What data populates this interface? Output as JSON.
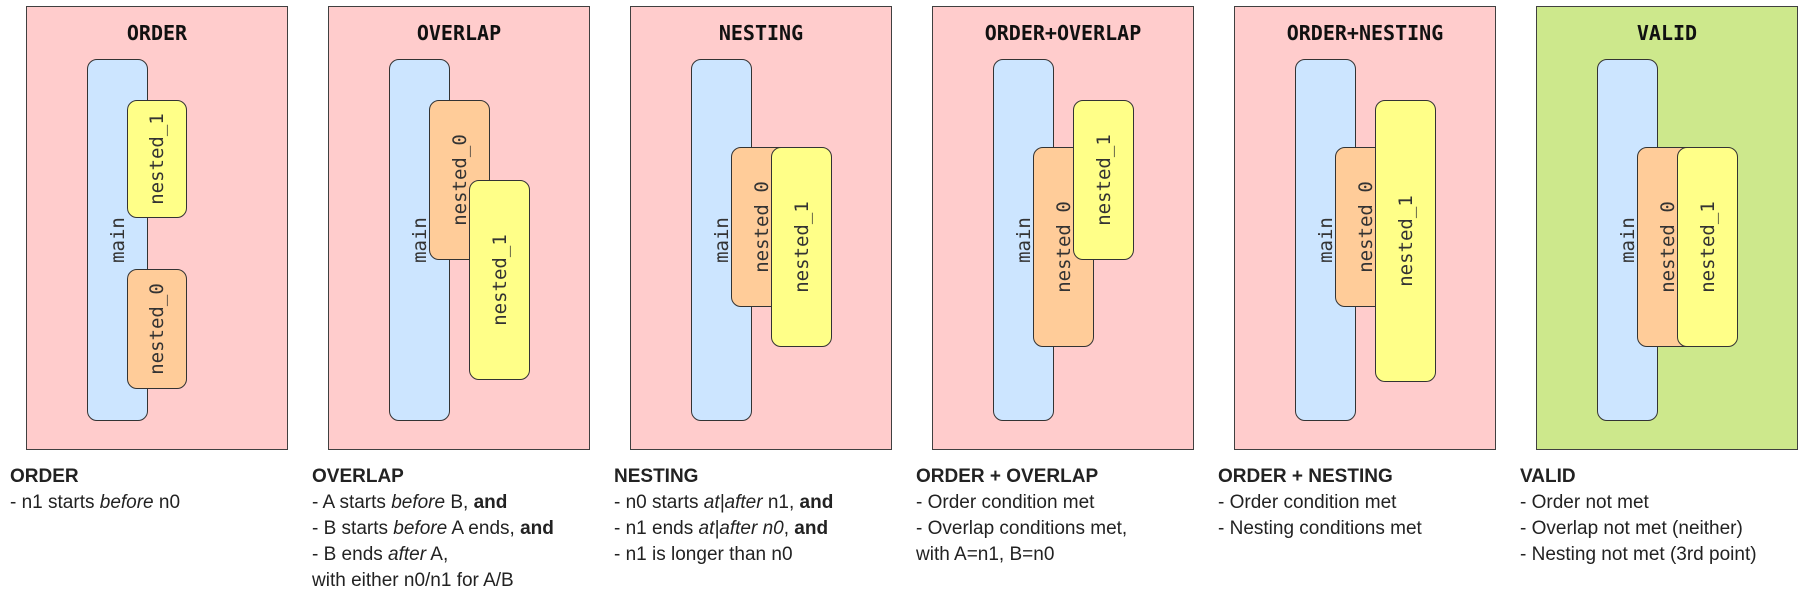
{
  "colors": {
    "invalid_bg": "#ffcccc",
    "valid_bg": "#cde88c",
    "main": "#cce5ff",
    "nested_0": "#ffcc99",
    "nested_1": "#ffff88",
    "border": "#333333"
  },
  "panels": [
    {
      "title": "ORDER",
      "valid": false,
      "labels": {
        "main": "main",
        "nested_0": "nested_0",
        "nested_1": "nested_1"
      }
    },
    {
      "title": "OVERLAP",
      "valid": false,
      "labels": {
        "main": "main",
        "nested_0": "nested_0",
        "nested_1": "nested_1"
      }
    },
    {
      "title": "NESTING",
      "valid": false,
      "labels": {
        "main": "main",
        "nested_0": "nested_0",
        "nested_1": "nested_1"
      }
    },
    {
      "title": "ORDER+OVERLAP",
      "valid": false,
      "labels": {
        "main": "main",
        "nested_0": "nested_0",
        "nested_1": "nested_1"
      }
    },
    {
      "title": "ORDER+NESTING",
      "valid": false,
      "labels": {
        "main": "main",
        "nested_0": "nested_0",
        "nested_1": "nested_1"
      }
    },
    {
      "title": "VALID",
      "valid": true,
      "labels": {
        "main": "main",
        "nested_0": "nested_0",
        "nested_1": "nested_1"
      }
    }
  ],
  "captions": [
    {
      "title": "ORDER",
      "lines": [
        [
          {
            "t": "- n1 starts "
          },
          {
            "t": "before",
            "s": "i"
          },
          {
            "t": " n0"
          }
        ]
      ]
    },
    {
      "title": "OVERLAP",
      "lines": [
        [
          {
            "t": "- A starts "
          },
          {
            "t": "before",
            "s": "i"
          },
          {
            "t": " B, "
          },
          {
            "t": "and",
            "s": "b"
          }
        ],
        [
          {
            "t": "- B starts "
          },
          {
            "t": "before",
            "s": "i"
          },
          {
            "t": " A ends, "
          },
          {
            "t": "and",
            "s": "b"
          }
        ],
        [
          {
            "t": "- B ends "
          },
          {
            "t": "after",
            "s": "i"
          },
          {
            "t": " A,"
          }
        ],
        [
          {
            "t": "with either n0/n1 for A/B"
          }
        ]
      ]
    },
    {
      "title": "NESTING",
      "lines": [
        [
          {
            "t": "- n0 starts "
          },
          {
            "t": "at|after",
            "s": "i"
          },
          {
            "t": " n1, "
          },
          {
            "t": "and",
            "s": "b"
          }
        ],
        [
          {
            "t": "- n1 ends "
          },
          {
            "t": "at|after n0",
            "s": "i"
          },
          {
            "t": ", "
          },
          {
            "t": "and",
            "s": "b"
          }
        ],
        [
          {
            "t": "- n1 is longer than n0"
          }
        ]
      ]
    },
    {
      "title": "ORDER + OVERLAP",
      "lines": [
        [
          {
            "t": "- Order condition met"
          }
        ],
        [
          {
            "t": "- Overlap conditions met,"
          }
        ],
        [
          {
            "t": "with A=n1, B=n0"
          }
        ]
      ]
    },
    {
      "title": "ORDER + NESTING",
      "lines": [
        [
          {
            "t": "- Order condition met"
          }
        ],
        [
          {
            "t": "- Nesting conditions met"
          }
        ]
      ]
    },
    {
      "title": "VALID",
      "lines": [
        [
          {
            "t": "- Order not met"
          }
        ],
        [
          {
            "t": "- Overlap not met (neither)"
          }
        ],
        [
          {
            "t": "- Nesting not met (3rd point)"
          }
        ]
      ]
    }
  ]
}
